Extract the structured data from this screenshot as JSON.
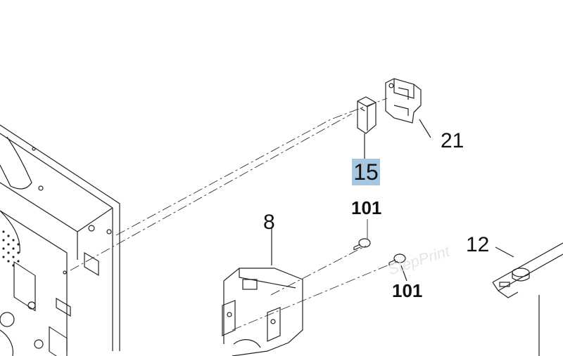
{
  "diagram": {
    "callouts": {
      "c15": "15",
      "c21": "21",
      "c8": "8",
      "c12": "12",
      "c101_top": "101",
      "c101_bottom": "101"
    },
    "highlight_color": "#a7c6df",
    "watermark": "StepPrint"
  }
}
